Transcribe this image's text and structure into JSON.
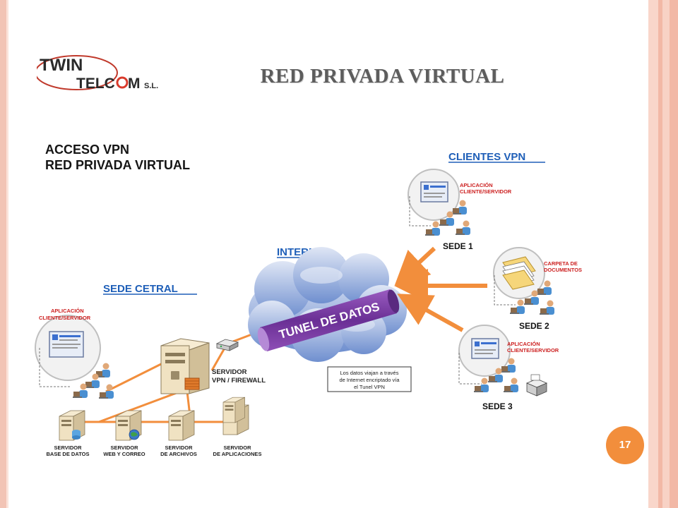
{
  "logo": {
    "line1": "TWIN",
    "line2a": "TELC",
    "line2b": "M",
    "suffix": "S.L."
  },
  "title": "RED PRIVADA VIRTUAL",
  "heading": {
    "line1": "ACCESO VPN",
    "line2": "RED PRIVADA VIRTUAL"
  },
  "sections": {
    "internet": "INTERNET",
    "clientes": "CLIENTES VPN",
    "sede_central": "SEDE CETRAL"
  },
  "tunnel_label": "TUNEL DE DATOS",
  "server_main": {
    "line1": "SERVIDOR",
    "line2": "VPN / FIREWALL"
  },
  "central_app": {
    "line1": "APLICACIÓN",
    "line2": "CLIENTE/SERVIDOR"
  },
  "servers": [
    {
      "line1": "SERVIDOR",
      "line2": "BASE DE DATOS"
    },
    {
      "line1": "SERVIDOR",
      "line2": "WEB Y CORREO"
    },
    {
      "line1": "SERVIDOR",
      "line2": "DE ARCHIVOS"
    },
    {
      "line1": "SERVIDOR",
      "line2": "DE APLICACIONES"
    }
  ],
  "sedes": [
    {
      "name": "SEDE 1",
      "label1": "APLICACIÓN",
      "label2": "CLIENTE/SERVIDOR"
    },
    {
      "name": "SEDE 2",
      "label1": "CARPETA DE",
      "label2": "DOCUMENTOS"
    },
    {
      "name": "SEDE 3",
      "label1": "APLICACIÓN",
      "label2": "CLIENTE/SERVIDOR"
    }
  ],
  "note": {
    "line1": "Los datos viajan a través",
    "line2": "de Internet encriptado vía",
    "line3": "el Tunel VPN"
  },
  "page_number": "17",
  "colors": {
    "accent": "#f28e3c",
    "blue_heading": "#1f5fb8",
    "tunnel": "#7a3d9e",
    "label_red": "#cc1f1f"
  }
}
